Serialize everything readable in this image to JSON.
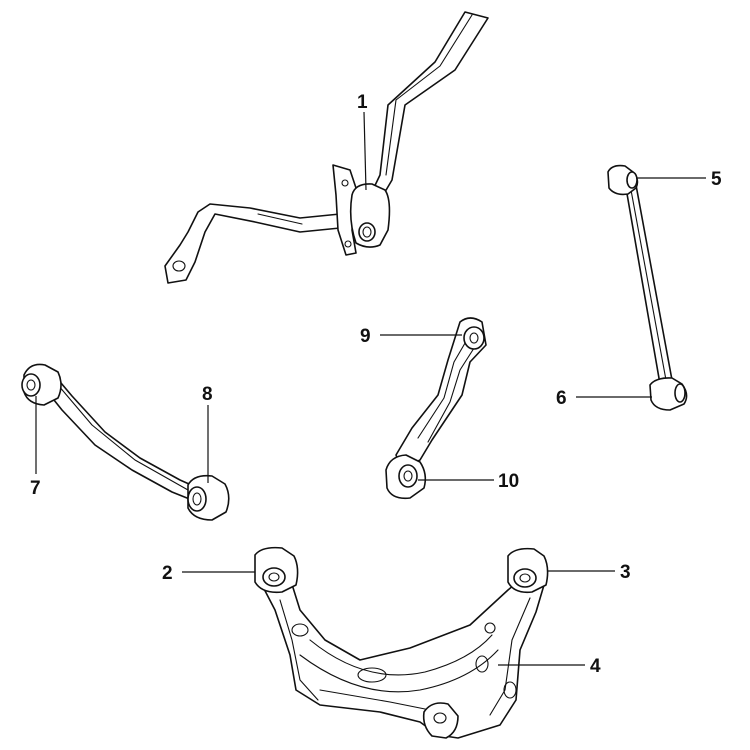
{
  "diagram": {
    "callouts": {
      "c1": "1",
      "c2": "2",
      "c3": "3",
      "c4": "4",
      "c5": "5",
      "c6": "6",
      "c7": "7",
      "c8": "8",
      "c9": "9",
      "c10": "10"
    },
    "colors": {
      "line": "#111111",
      "background": "#ffffff"
    }
  }
}
